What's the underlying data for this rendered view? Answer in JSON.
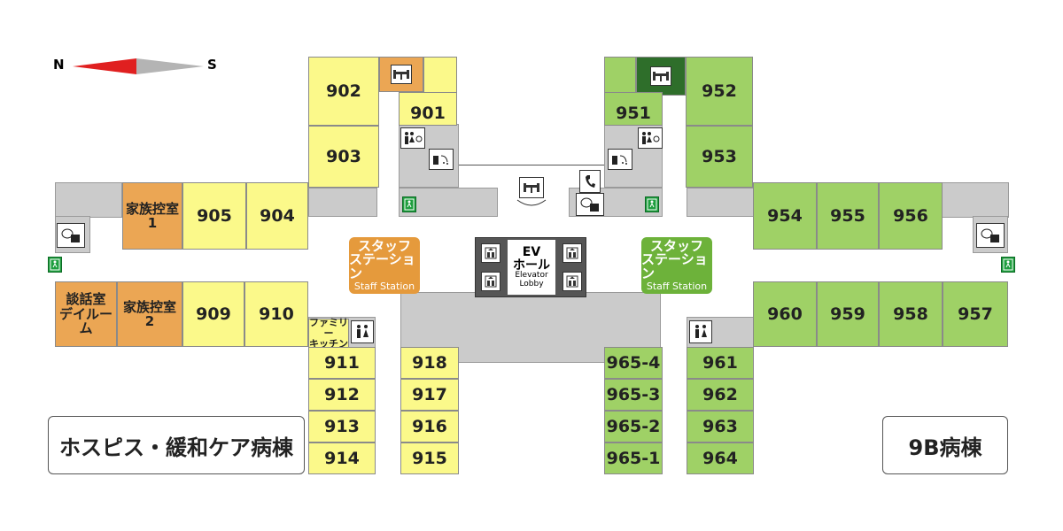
{
  "compass": {
    "north": "N",
    "south": "S"
  },
  "ward_names": {
    "left": "ホスピス・緩和ケア病棟",
    "right": "9B病棟"
  },
  "rooms": {
    "r902": "902",
    "r901": "901",
    "r903": "903",
    "r904": "904",
    "r905": "905",
    "r909": "909",
    "r910": "910",
    "r911": "911",
    "r912": "912",
    "r913": "913",
    "r914": "914",
    "r915": "915",
    "r916": "916",
    "r917": "917",
    "r918": "918",
    "r951": "951",
    "r952": "952",
    "r953": "953",
    "r954": "954",
    "r955": "955",
    "r956": "956",
    "r957": "957",
    "r958": "958",
    "r959": "959",
    "r960": "960",
    "r961": "961",
    "r962": "962",
    "r963": "963",
    "r964": "964",
    "r965_4": "965-4",
    "r965_3": "965-3",
    "r965_2": "965-2",
    "r965_1": "965-1"
  },
  "special_rooms": {
    "family_wait_1": {
      "line1": "家族控室",
      "line2": "1"
    },
    "family_wait_2": {
      "line1": "家族控室",
      "line2": "2"
    },
    "dayroom": {
      "line1": "談話室",
      "line2": "デイルーム"
    },
    "family_kitchen": {
      "line1": "ファミリー",
      "line2": "キッチン"
    }
  },
  "stations": {
    "left": {
      "line1": "スタッフ",
      "line2": "ステーション",
      "en": "Staff Station"
    },
    "right": {
      "line1": "スタッフ",
      "line2": "ステーション",
      "en": "Staff Station"
    }
  },
  "elevator": {
    "line1": "EV",
    "line2": "ホール",
    "en1": "Elevator",
    "en2": "Lobby"
  },
  "colors": {
    "hospice": "#fbf98a",
    "ward9b": "#9fd166",
    "orange": "#eba654",
    "corridor": "#cbcbcb",
    "exit": "#1e9e3e",
    "north_arrow": "#e02020"
  },
  "icons": [
    "consultation-icon",
    "restroom-icon",
    "phone-icon",
    "shower-icon",
    "laundry-icon",
    "elevator-icon",
    "emergency-exit-icon"
  ]
}
